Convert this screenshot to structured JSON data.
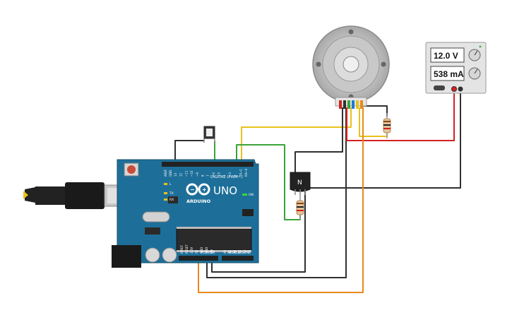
{
  "power_supply": {
    "voltage": "12.0 V",
    "current": "538 mA"
  },
  "arduino": {
    "logo_text": "UNO",
    "brand": "ARDUINO",
    "digital_label": "DIGITAL (PWM~)",
    "power_label": "POWER",
    "analog_label": "ANALOG IN",
    "on_label": "ON",
    "led_labels": [
      "L",
      "TX",
      "RX"
    ],
    "aref": "AREF",
    "gnd": "GND",
    "digital_pins": [
      "13",
      "12",
      "~11",
      "~10",
      "~9",
      "8",
      "7",
      "~6",
      "~5",
      "4",
      "~3",
      "2",
      "TX→1",
      "RX←0"
    ],
    "power_pins": [
      "IOREF",
      "RESET",
      "3.3V",
      "5V",
      "GND",
      "GND",
      "Vin"
    ],
    "analog_pins": [
      "A0",
      "A1",
      "A2",
      "A3",
      "A4",
      "A5"
    ]
  },
  "transistor": {
    "label": "N"
  },
  "colors": {
    "board": "#1d6f99",
    "wire_black": "#303030",
    "wire_red": "#d42020",
    "wire_yellow": "#e8c21a",
    "wire_green": "#3aa33a",
    "wire_orange": "#e68a1c"
  }
}
